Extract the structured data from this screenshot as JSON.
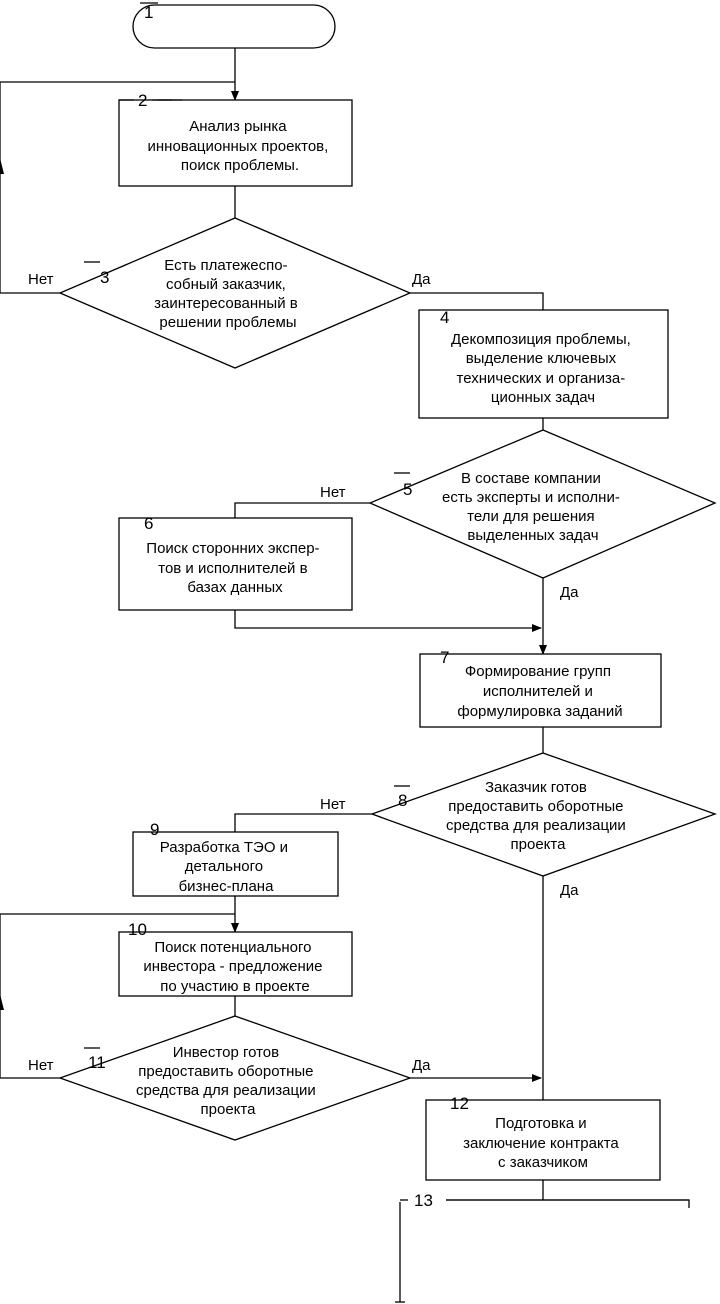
{
  "nodes": {
    "n1": {
      "number": "1",
      "lines": []
    },
    "n2": {
      "number": "2",
      "lines": [
        "Анализ рынка",
        "инновационных проектов,",
        "поиск проблемы."
      ]
    },
    "n3": {
      "number": "3",
      "lines": [
        "Есть платежеспо-",
        "собный заказчик,",
        "заинтересованный в",
        "решении проблемы"
      ]
    },
    "n4": {
      "number": "4",
      "lines": [
        "Декомпозиция проблемы,",
        "выделение ключевых",
        "технических и организа-",
        "ционных задач"
      ]
    },
    "n5": {
      "number": "5",
      "lines": [
        "В составе компании",
        "есть эксперты и исполни-",
        "тели для решения",
        "выделенных задач"
      ]
    },
    "n6": {
      "number": "6",
      "lines": [
        "Поиск сторонних экспер-",
        "тов и исполнителей в",
        "базах данных"
      ]
    },
    "n7": {
      "number": "7",
      "lines": [
        "Формирование групп",
        "исполнителей и",
        "формулировка заданий"
      ]
    },
    "n8": {
      "number": "8",
      "lines": [
        "Заказчик готов",
        "предоставить оборотные",
        "средства для реализации",
        "проекта"
      ]
    },
    "n9": {
      "number": "9",
      "lines": [
        "Разработка ТЭО и",
        "детального",
        "бизнес-плана"
      ]
    },
    "n10": {
      "number": "10",
      "lines": [
        "Поиск потенциального",
        "инвестора - предложение",
        "по участию в проекте"
      ]
    },
    "n11": {
      "number": "11",
      "lines": [
        "Инвестор готов",
        "предоставить оборотные",
        "средства для реализации",
        "проекта"
      ]
    },
    "n12": {
      "number": "12",
      "lines": [
        "Подготовка и",
        "заключение контракта",
        "с заказчиком"
      ]
    },
    "n13": {
      "number": "13",
      "lines": []
    }
  },
  "branch_labels": {
    "n3_no": "Нет",
    "n3_yes": "Да",
    "n5_no": "Нет",
    "n5_yes": "Да",
    "n8_no": "Нет",
    "n8_yes": "Да",
    "n11_no": "Нет",
    "n11_yes": "Да"
  }
}
